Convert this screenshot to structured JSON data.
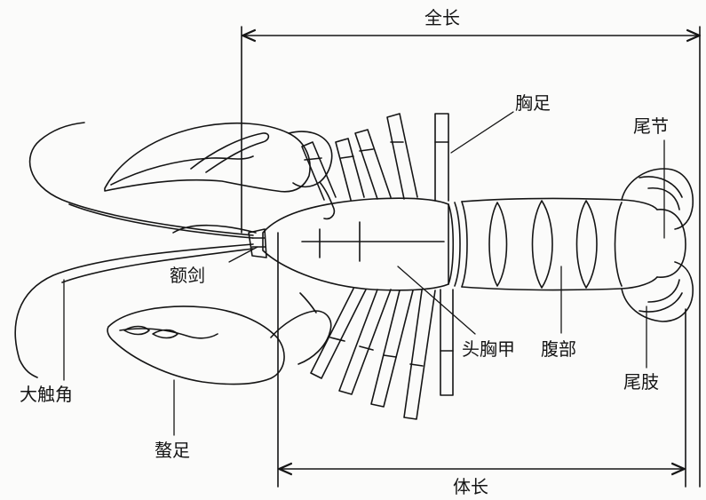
{
  "diagram": {
    "labels": {
      "total_length": "全长",
      "body_length": "体长",
      "pereiopod": "胸足",
      "telson": "尾节",
      "rostrum": "额剑",
      "antenna": "大触角",
      "cephalothorax": "头胸甲",
      "abdomen": "腹部",
      "uropod": "尾肢",
      "cheliped": "螯足"
    },
    "colors": {
      "ink": "#151515",
      "paper": "#fbfbfa"
    }
  }
}
